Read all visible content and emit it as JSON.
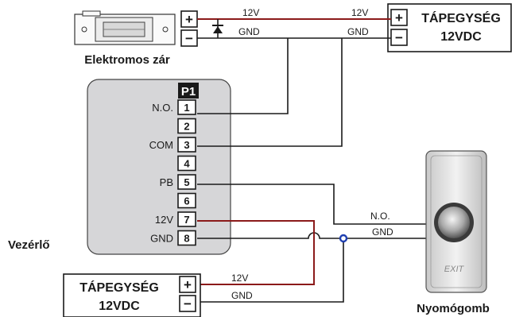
{
  "lock": {
    "caption": "Elektromos zár",
    "plus": "+",
    "minus": "−",
    "wire_12v": "12V",
    "wire_gnd": "GND"
  },
  "psu_top": {
    "title": "TÁPEGYSÉG",
    "voltage": "12VDC",
    "plus": "+",
    "minus": "−",
    "wire_12v": "12V",
    "wire_gnd": "GND"
  },
  "controller": {
    "header": "P1",
    "caption": "Vezérlő",
    "pins": [
      {
        "num": "1",
        "label": "N.O."
      },
      {
        "num": "2",
        "label": ""
      },
      {
        "num": "3",
        "label": "COM"
      },
      {
        "num": "4",
        "label": ""
      },
      {
        "num": "5",
        "label": "PB"
      },
      {
        "num": "6",
        "label": ""
      },
      {
        "num": "7",
        "label": "12V"
      },
      {
        "num": "8",
        "label": "GND"
      }
    ]
  },
  "button": {
    "caption": "Nyomógomb",
    "face_text": "EXIT",
    "wire_no": "N.O.",
    "wire_gnd": "GND"
  },
  "psu_bottom": {
    "title": "TÁPEGYSÉG",
    "voltage": "12VDC",
    "plus": "+",
    "minus": "−",
    "wire_12v": "12V",
    "wire_gnd": "GND"
  },
  "colors": {
    "wire_12v": "#8b1a1a",
    "wire_gnd": "#1a1a1a",
    "junction": "#1f3fb0",
    "controller_fill": "#d6d6d8"
  }
}
